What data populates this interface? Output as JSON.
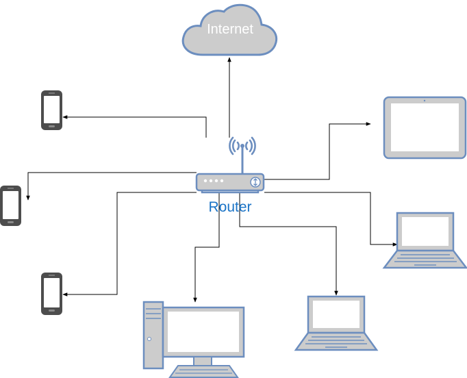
{
  "diagram": {
    "internet_label": "Internet",
    "router_label": "Router",
    "devices": [
      {
        "name": "internet-cloud",
        "type": "cloud"
      },
      {
        "name": "router",
        "type": "wireless-router"
      },
      {
        "name": "phone-top",
        "type": "smartphone"
      },
      {
        "name": "phone-middle",
        "type": "smartphone"
      },
      {
        "name": "phone-bottom",
        "type": "smartphone"
      },
      {
        "name": "tablet",
        "type": "tablet"
      },
      {
        "name": "laptop-right",
        "type": "laptop"
      },
      {
        "name": "laptop-bottom",
        "type": "laptop"
      },
      {
        "name": "desktop-computer",
        "type": "desktop"
      }
    ],
    "connections": [
      {
        "from": "router",
        "to": "internet-cloud"
      },
      {
        "from": "router",
        "to": "phone-top"
      },
      {
        "from": "router",
        "to": "phone-middle"
      },
      {
        "from": "router",
        "to": "phone-bottom"
      },
      {
        "from": "router",
        "to": "tablet"
      },
      {
        "from": "router",
        "to": "laptop-right"
      },
      {
        "from": "router",
        "to": "laptop-bottom"
      },
      {
        "from": "router",
        "to": "desktop-computer"
      }
    ]
  },
  "colors": {
    "device_fill": "#c8c8c8",
    "device_stroke": "#6c8ebf",
    "phone_body": "#4d4d4d",
    "connector": "#000000",
    "router_label": "#1a73c6",
    "cloud_text": "#ffffff"
  }
}
